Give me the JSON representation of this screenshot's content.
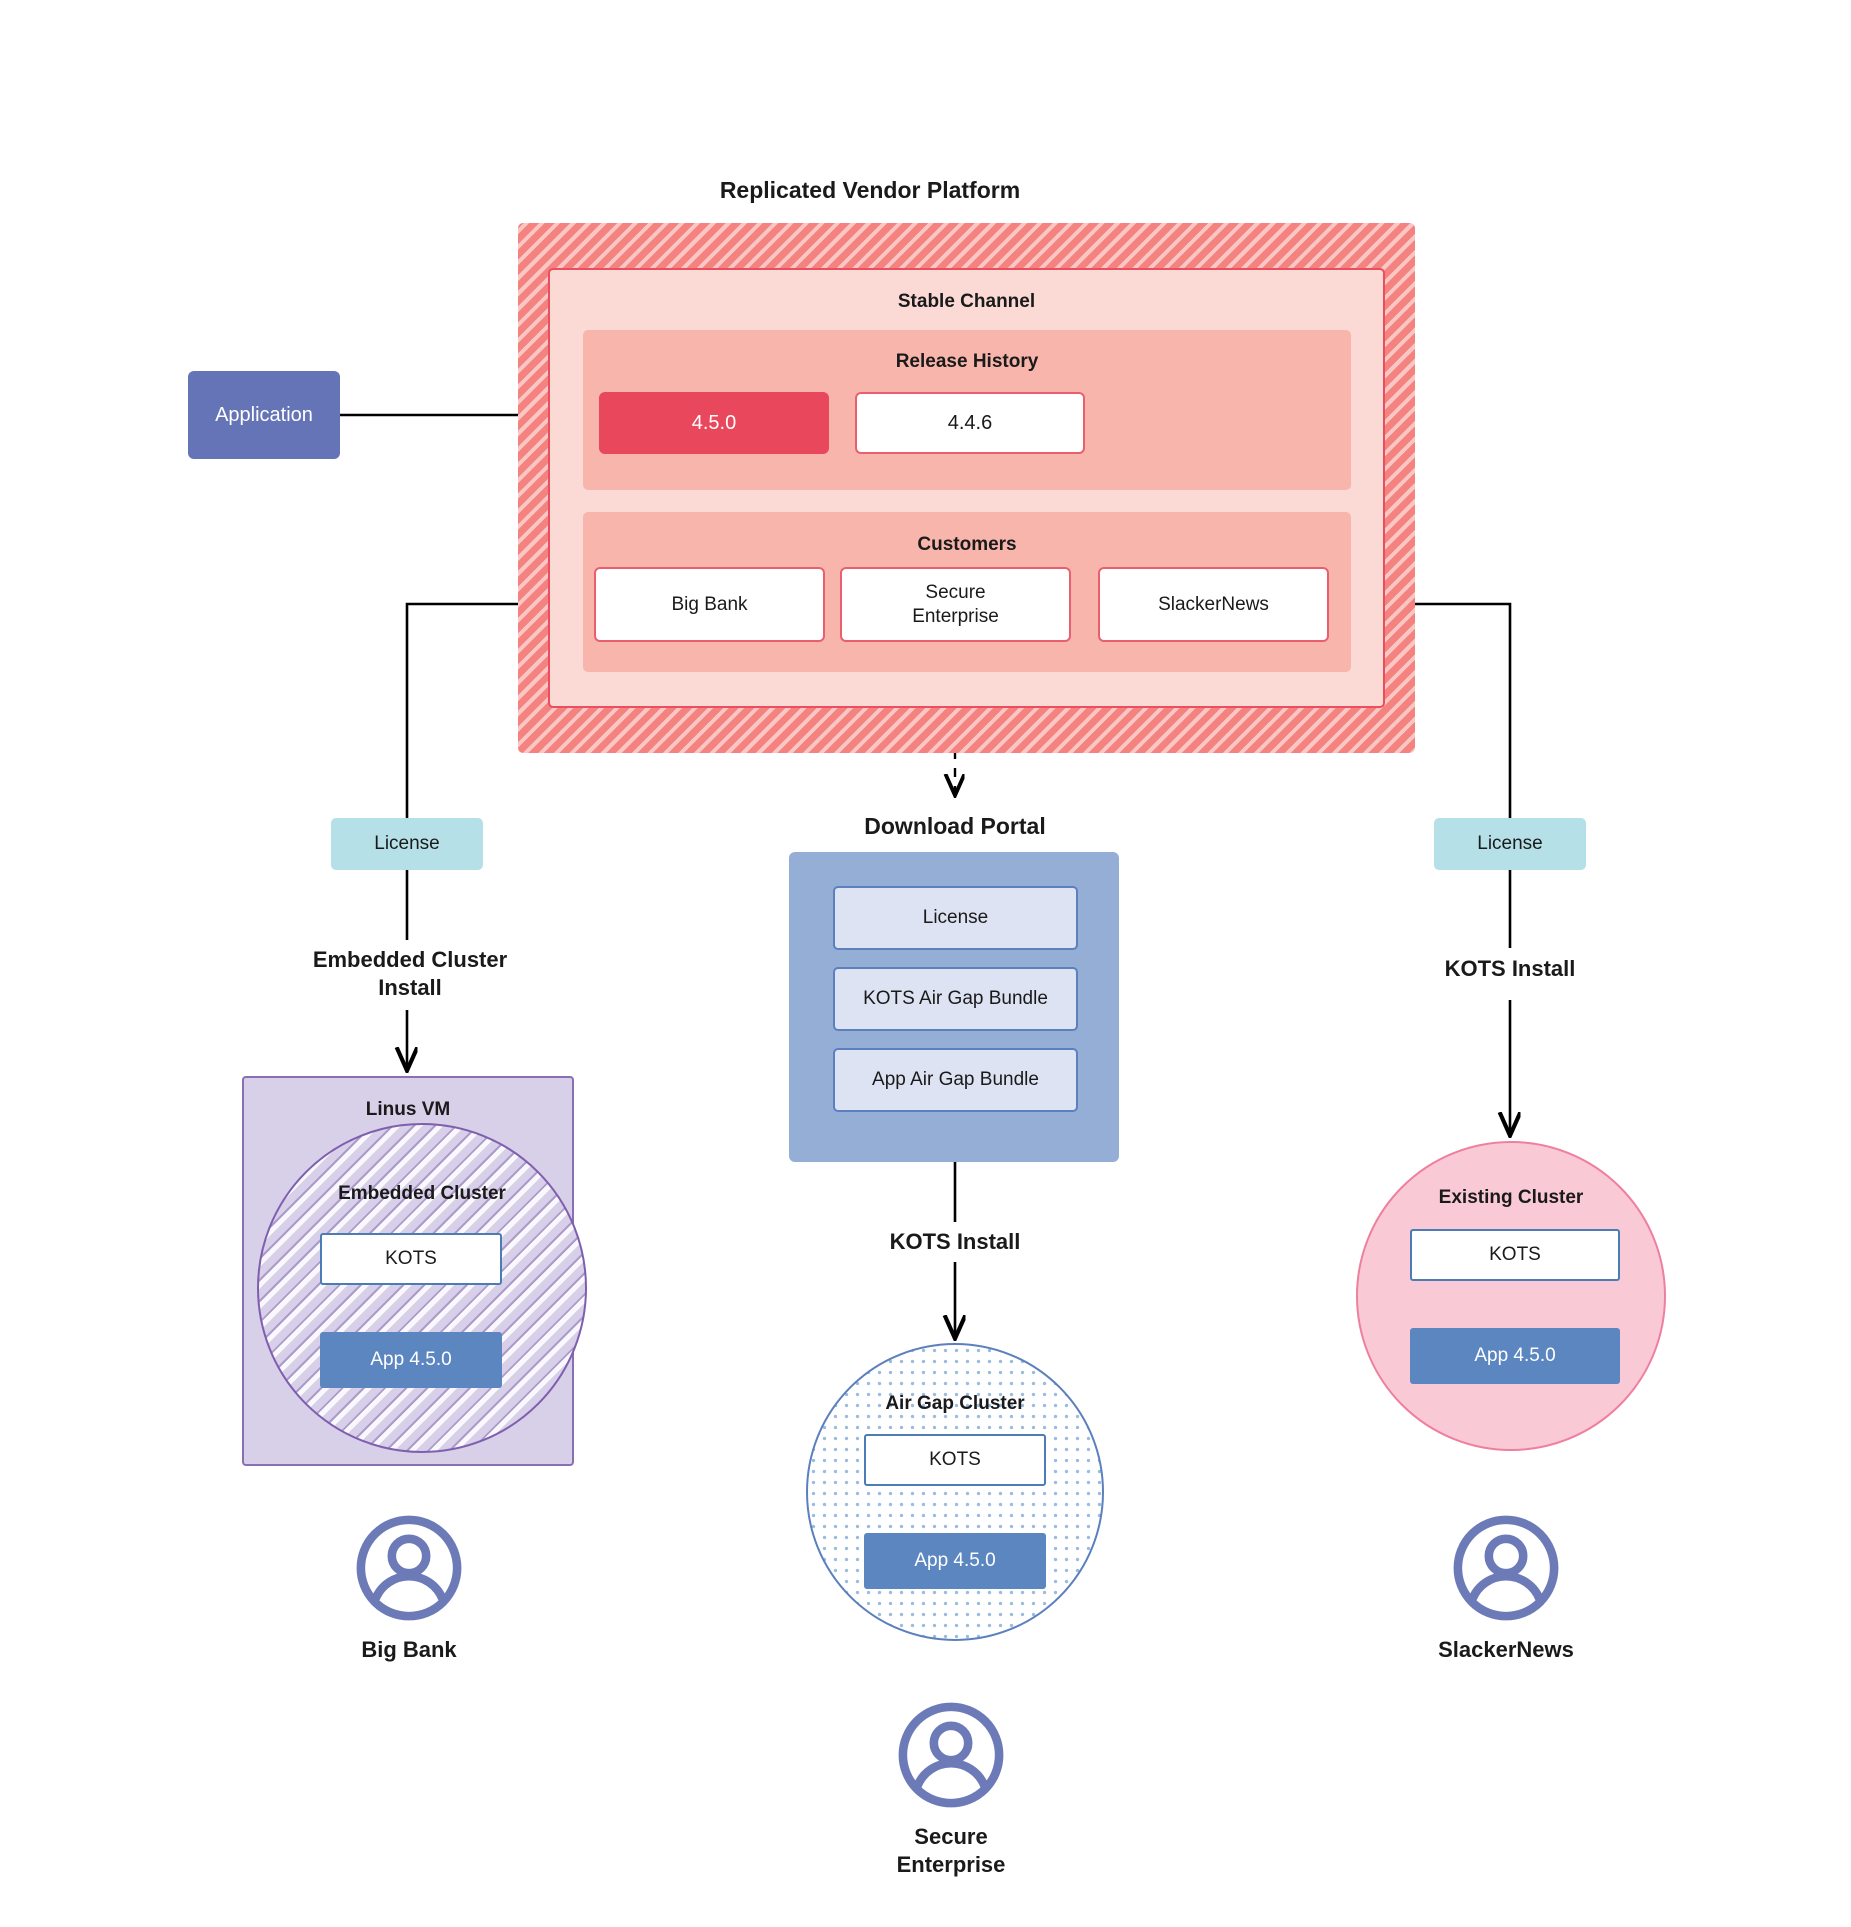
{
  "diagram": {
    "title": "Replicated Vendor Platform",
    "application": {
      "label": "Application"
    },
    "stable_channel": {
      "label": "Stable Channel",
      "release_history": {
        "label": "Release History",
        "releases": [
          {
            "version": "4.5.0",
            "state": "current"
          },
          {
            "version": "4.4.6",
            "state": "past"
          }
        ]
      },
      "customers": {
        "label": "Customers",
        "items": [
          {
            "name": "Big Bank"
          },
          {
            "name": "Secure\nEnterprise"
          },
          {
            "name": "SlackerNews"
          }
        ]
      }
    },
    "licenses": {
      "left_label": "License",
      "right_label": "License"
    },
    "paths": {
      "embedded_install": "Embedded Cluster\nInstall",
      "kots_install_right": "KOTS Install",
      "kots_install_center": "KOTS Install"
    },
    "download_portal": {
      "title": "Download  Portal",
      "items": [
        {
          "label": "License"
        },
        {
          "label": "KOTS Air Gap Bundle"
        },
        {
          "label": "App Air Gap Bundle"
        }
      ]
    },
    "big_bank_branch": {
      "vm_label": "Linus VM",
      "cluster_label": "Embedded Cluster",
      "kots_label": "KOTS",
      "app_label": "App 4.5.0",
      "customer_name": "Big Bank"
    },
    "secure_enterprise_branch": {
      "cluster_label": "Air Gap Cluster",
      "kots_label": "KOTS",
      "app_label": "App 4.5.0",
      "customer_name": "Secure\nEnterprise"
    },
    "slackernews_branch": {
      "cluster_label": "Existing Cluster",
      "kots_label": "KOTS",
      "app_label": "App 4.5.0",
      "customer_name": "SlackerNews"
    },
    "colors": {
      "platform_hatch": "#f4827f",
      "stable_channel_bg": "#fbdad6",
      "section_bg": "#f8b5ac",
      "release_current": "#e8475c",
      "release_border": "#e8606f",
      "application_blue": "#6474b6",
      "license_cyan": "#b5e0e8",
      "portal_blue": "#94aed6",
      "portal_item": "#dde3f3",
      "vm_purple": "#d8cfe9",
      "existing_pink": "#fac9d6",
      "app_blue": "#5b86c0",
      "avatar_purple": "#6c7ab8"
    }
  }
}
